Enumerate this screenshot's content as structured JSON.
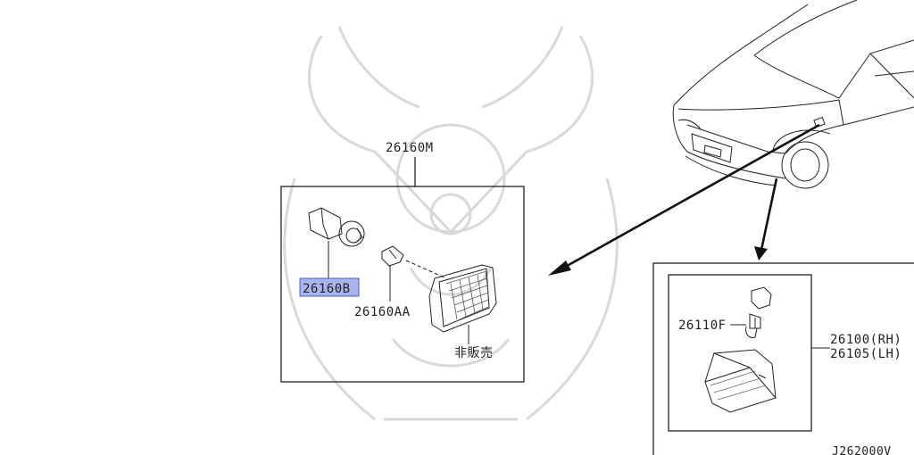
{
  "parts": {
    "assembly_top": "26160M",
    "bulb_socket": "26160B",
    "bulb": "26160AA",
    "not_for_sale": "非販売",
    "bulb_right": "26110F",
    "lamp_rh": "26100(RH)",
    "lamp_lh": "26105(LH)"
  },
  "diagram_code": "J262000V",
  "colors": {
    "highlight": "#a9b3ec",
    "highlight_border": "#4a5bd0",
    "line": "#111111",
    "watermark": "#d9d9d9"
  }
}
